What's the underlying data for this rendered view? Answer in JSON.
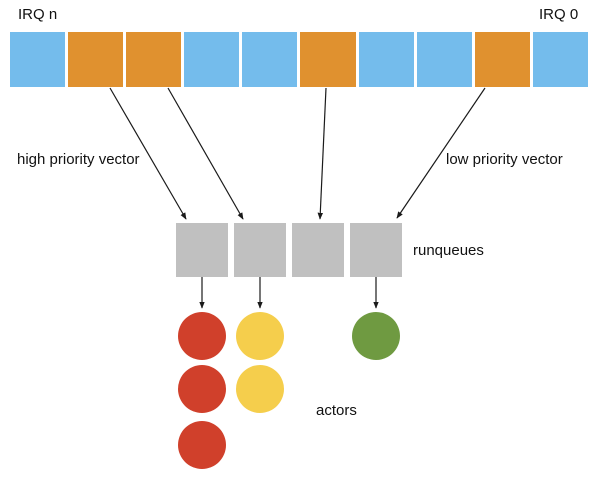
{
  "labels": {
    "irq_left": "IRQ n",
    "irq_right": "IRQ 0",
    "high_priority": "high priority vector",
    "low_priority": "low priority vector",
    "runqueues": "runqueues",
    "actors": "actors"
  },
  "colors": {
    "irq_blue": "#74BCEC",
    "irq_orange": "#E0912F",
    "runqueue_gray": "#C0C0C0",
    "actor_red": "#D0402B",
    "actor_yellow": "#F5CE4C",
    "actor_green": "#6F9A41",
    "arrow": "#1A1A1A",
    "background": "#FFFFFF"
  },
  "irq_row": {
    "cell_count": 10,
    "cells": [
      "blue",
      "orange",
      "orange",
      "blue",
      "blue",
      "orange",
      "blue",
      "blue",
      "orange",
      "blue"
    ]
  },
  "runqueue_row": {
    "cell_count": 4
  },
  "actors": {
    "circles": [
      {
        "color": "red"
      },
      {
        "color": "red"
      },
      {
        "color": "red"
      },
      {
        "color": "yellow"
      },
      {
        "color": "yellow"
      },
      {
        "color": "green"
      }
    ],
    "columns": [
      {
        "runqueue_index": 0,
        "color": "red",
        "count": 3
      },
      {
        "runqueue_index": 1,
        "color": "yellow",
        "count": 2
      },
      {
        "runqueue_index": 3,
        "color": "green",
        "count": 1
      }
    ]
  },
  "connections": {
    "irq_to_runqueue": [
      {
        "irq_index": 1,
        "runqueue_index": 0
      },
      {
        "irq_index": 2,
        "runqueue_index": 1
      },
      {
        "irq_index": 5,
        "runqueue_index": 2
      },
      {
        "irq_index": 8,
        "runqueue_index": 3
      }
    ],
    "runqueues_with_actor_arrows": [
      0,
      1,
      3
    ]
  }
}
